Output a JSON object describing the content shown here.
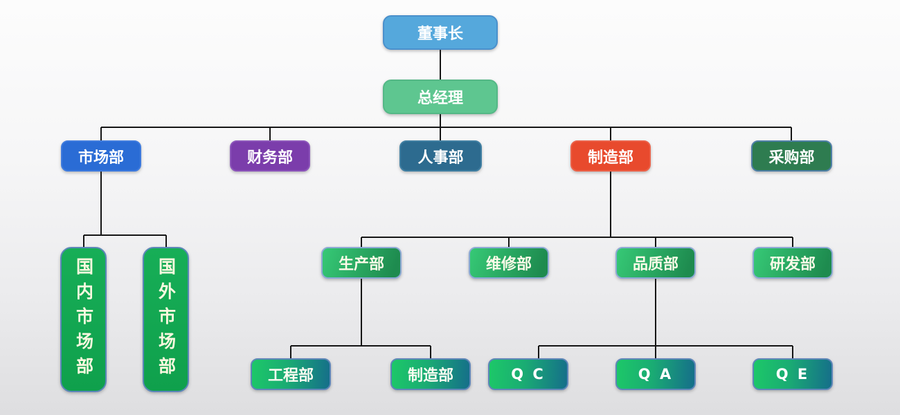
{
  "chart": {
    "type": "org-chart",
    "line_color": "#151515",
    "background_top": "#FCFCFC",
    "background_bottom": "#DEDEE0"
  },
  "nodes": {
    "chairman": {
      "label": "董事长",
      "fill": "#55A8DC",
      "border": "#4A90CC",
      "text_color": "#FFFFFF"
    },
    "general_manager": {
      "label": "总经理",
      "fill": "#5EC690",
      "border": "#54B886",
      "text_color": "#FFFFFF"
    },
    "marketing": {
      "label": "市场部",
      "fill": "#2A6CD5",
      "border": "#3E7BDE",
      "text_color": "#FFFFFF"
    },
    "finance": {
      "label": "财务部",
      "fill": "#7B3DAB",
      "border": "#8C55BA",
      "text_color": "#FFFFFF"
    },
    "hr": {
      "label": "人事部",
      "fill": "#2D6B8F",
      "border": "#407FA2",
      "text_color": "#FFFFFF"
    },
    "manufacturing": {
      "label": "制造部",
      "fill": "#E84A2D",
      "border": "#EB6148",
      "text_color": "#FFFFFF"
    },
    "purchasing": {
      "label": "采购部",
      "fill": "#2E7C50",
      "border": "#4E7FA6",
      "text_color": "#FBFAE8"
    },
    "domestic_market": {
      "label": "国内市场部",
      "fill": "#12A752",
      "border": "#5B86B8",
      "text_color": "#FAF8DF",
      "orientation": "vertical"
    },
    "overseas_market": {
      "label": "国外市场部",
      "fill": "#12A752",
      "border": "#5B86B8",
      "text_color": "#FAF8DF",
      "orientation": "vertical"
    },
    "production": {
      "label": "生产部",
      "fill_gradient": [
        "#36C976",
        "#1E8B4F"
      ],
      "border": "#8CA9D4",
      "text_color": "#FBFAE8"
    },
    "maintenance": {
      "label": "维修部",
      "fill_gradient": [
        "#36C976",
        "#1E8B4F"
      ],
      "border": "#8CA9D4",
      "text_color": "#FBFAE8"
    },
    "quality": {
      "label": "品质部",
      "fill_gradient": [
        "#36C976",
        "#1E8B4F"
      ],
      "border": "#8CA9D4",
      "text_color": "#FBFAE8"
    },
    "rnd": {
      "label": "研发部",
      "fill_gradient": [
        "#36C976",
        "#1E8B4F"
      ],
      "border": "#8CA9D4",
      "text_color": "#FBFAE8"
    },
    "engineering": {
      "label": "工程部",
      "fill_gradient": [
        "#1CC868",
        "#156E8A"
      ],
      "border": "#5E86B8",
      "text_color": "#FCFCF2"
    },
    "manufacturing_sub": {
      "label": "制造部",
      "fill_gradient": [
        "#1CC868",
        "#156E8A"
      ],
      "border": "#5E86B8",
      "text_color": "#FCFCF2"
    },
    "qc": {
      "label": "Q C",
      "fill_gradient": [
        "#1CC868",
        "#156E8A"
      ],
      "border": "#5E86B8",
      "text_color": "#FFFFFF"
    },
    "qa": {
      "label": "Q A",
      "fill_gradient": [
        "#1CC868",
        "#156E8A"
      ],
      "border": "#5E86B8",
      "text_color": "#FFFFFF"
    },
    "qe": {
      "label": "Q E",
      "fill_gradient": [
        "#1CC868",
        "#156E8A"
      ],
      "border": "#5E86B8",
      "text_color": "#FFFFFF"
    }
  },
  "edges": [
    {
      "from": "chairman",
      "to": "general_manager"
    },
    {
      "from": "general_manager",
      "to": "marketing"
    },
    {
      "from": "general_manager",
      "to": "finance"
    },
    {
      "from": "general_manager",
      "to": "hr"
    },
    {
      "from": "general_manager",
      "to": "manufacturing"
    },
    {
      "from": "general_manager",
      "to": "purchasing"
    },
    {
      "from": "marketing",
      "to": "domestic_market"
    },
    {
      "from": "marketing",
      "to": "overseas_market"
    },
    {
      "from": "manufacturing",
      "to": "production"
    },
    {
      "from": "manufacturing",
      "to": "maintenance"
    },
    {
      "from": "manufacturing",
      "to": "quality"
    },
    {
      "from": "manufacturing",
      "to": "rnd"
    },
    {
      "from": "production",
      "to": "engineering"
    },
    {
      "from": "production",
      "to": "manufacturing_sub"
    },
    {
      "from": "quality",
      "to": "qc"
    },
    {
      "from": "quality",
      "to": "qa"
    },
    {
      "from": "quality",
      "to": "qe"
    }
  ]
}
